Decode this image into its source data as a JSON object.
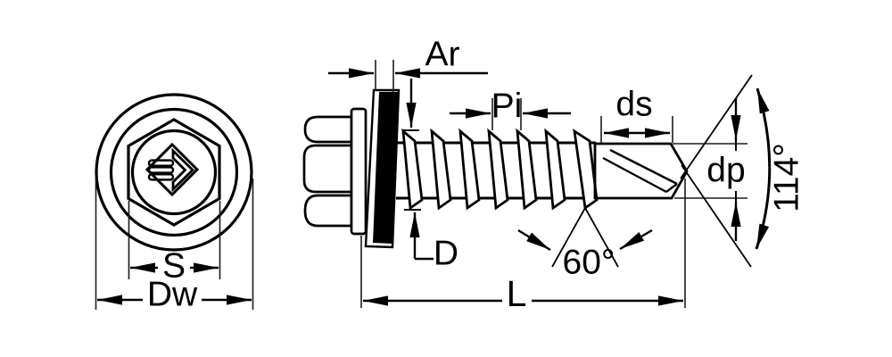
{
  "labels": {
    "gasket_thickness": "Ar",
    "thread_pitch": "Pi",
    "drill_flute_length": "ds",
    "drill_point_diameter": "dp",
    "drill_tip_angle": "114°",
    "thread_outer_diameter": "D",
    "thread_profile_angle": "60°",
    "screw_length": "L",
    "hex_across_flats": "S",
    "washer_diameter": "Dw"
  },
  "colors": {
    "ink": "#000000",
    "background": "#ffffff",
    "gasket_fill": "#000000"
  }
}
